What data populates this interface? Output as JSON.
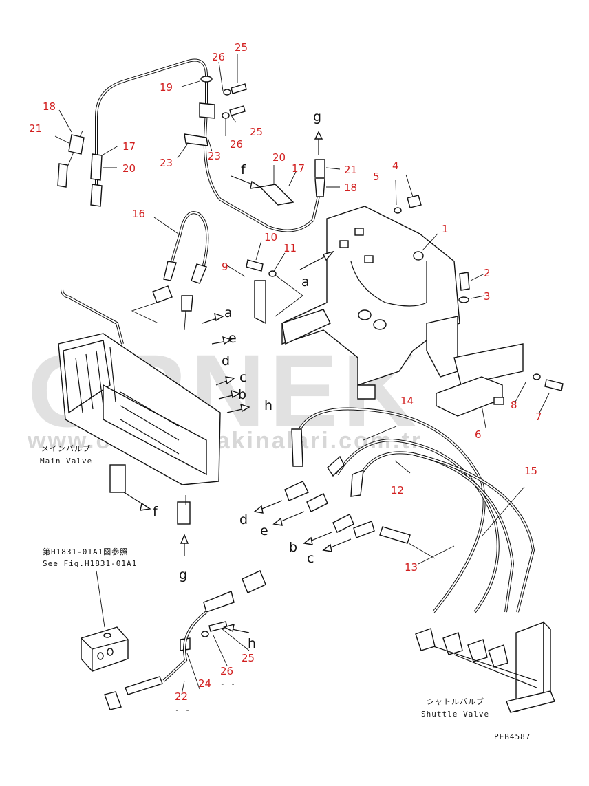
{
  "watermark": {
    "brand": "ORNEK",
    "site": "www.ornekismakinalari.com.tr"
  },
  "callouts": {
    "n1": "1",
    "n2": "2",
    "n3": "3",
    "n4": "4",
    "n5": "5",
    "n6": "6",
    "n7": "7",
    "n8": "8",
    "n9": "9",
    "n10": "10",
    "n11": "11",
    "n12": "12",
    "n13": "13",
    "n14": "14",
    "n15": "15",
    "n16": "16",
    "n17a": "17",
    "n17b": "17",
    "n18a": "18",
    "n18b": "18",
    "n19": "19",
    "n20a": "20",
    "n20b": "20",
    "n21a": "21",
    "n21b": "21",
    "n22": "22",
    "n23a": "23",
    "n23b": "23",
    "n24": "24",
    "n25a": "25",
    "n25b": "25",
    "n25c": "25",
    "n26a": "26",
    "n26b": "26",
    "n26c": "26"
  },
  "letters": {
    "g_top": "g",
    "f_top": "f",
    "a_left": "a",
    "a_mid": "a",
    "e_top": "e",
    "d_top": "d",
    "c_top": "c",
    "b_top": "b",
    "h_top": "h",
    "f_low": "f",
    "g_low": "g",
    "d_low": "d",
    "e_low": "e",
    "b_low": "b",
    "c_low": "c",
    "h_low": "h"
  },
  "captions": {
    "main_valve_jp": "メインバルブ",
    "main_valve_en": "Main Valve",
    "ref_jp": "第H1831-01A1図参照",
    "ref_en": "See Fig.H1831-01A1",
    "shuttle_jp": "シャトルバルブ",
    "shuttle_en": "Shuttle Valve",
    "dash_24": "- -",
    "dash_26": "- -",
    "drawing_code": "PEB4587"
  }
}
